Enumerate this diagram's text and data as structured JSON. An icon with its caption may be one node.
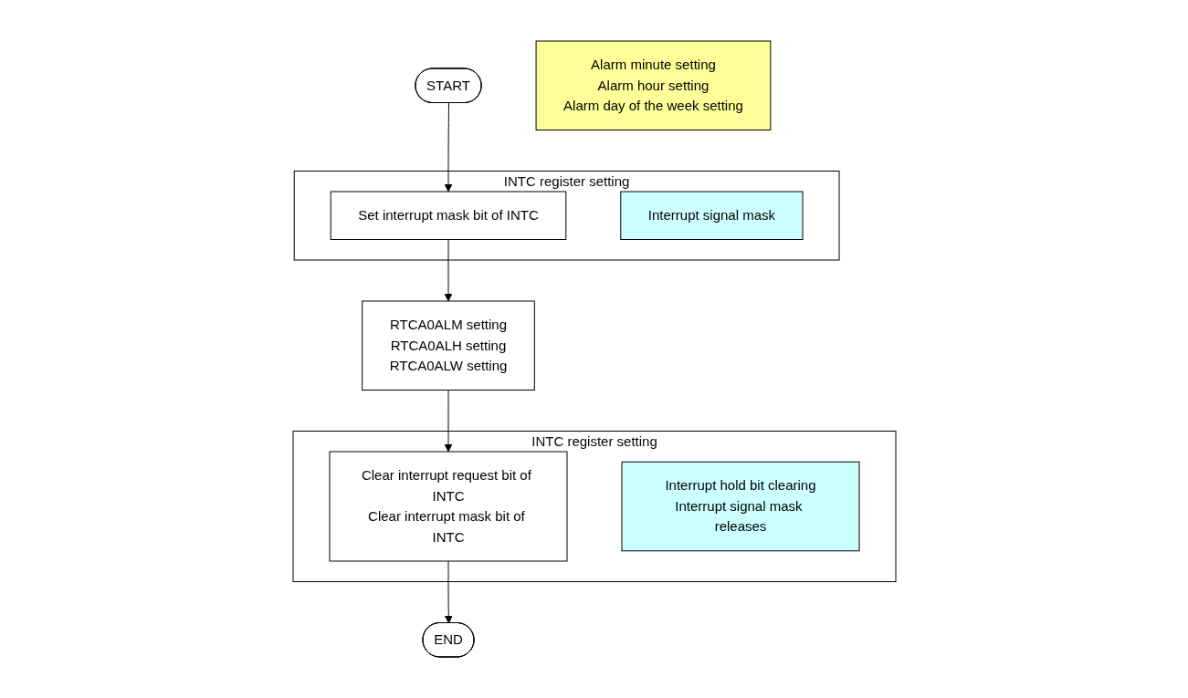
{
  "diagram": {
    "nodes": [
      {
        "text": [
          "START"
        ]
      },
      {
        "text": [
          "INTC register setting"
        ]
      },
      {
        "text": [
          "Set interrupt mask bit of INTC"
        ],
        "in": 1
      },
      {
        "text": [
          "Interrupt signal mask"
        ],
        "in": 1
      },
      {
        "text": [
          "RTCA0ALM setting",
          "RTCA0ALH setting",
          "RTCA0ALW setting"
        ]
      },
      {
        "text": [
          "Alarm minute setting",
          "Alarm hour setting",
          "Alarm day of the week setting"
        ]
      },
      {
        "text": [
          "INTC register setting"
        ]
      },
      {
        "text": [
          "Clear interrupt request bit of INTC",
          "Clear interrupt mask bit of INTC"
        ],
        "in": 6
      },
      {
        "text": [
          "Interrupt hold bit clearing",
          "Interrupt signal mask releases"
        ],
        "in": 6
      },
      {
        "text": [
          "END"
        ]
      }
    ],
    "edges": [
      {
        "from": 0,
        "to": 2,
        "arrow": "to"
      },
      {
        "from": 2,
        "to": 4,
        "arrow": "to"
      },
      {
        "from": 4,
        "to": 7,
        "arrow": "to"
      },
      {
        "from": 7,
        "to": 9,
        "arrow": "to"
      }
    ]
  }
}
